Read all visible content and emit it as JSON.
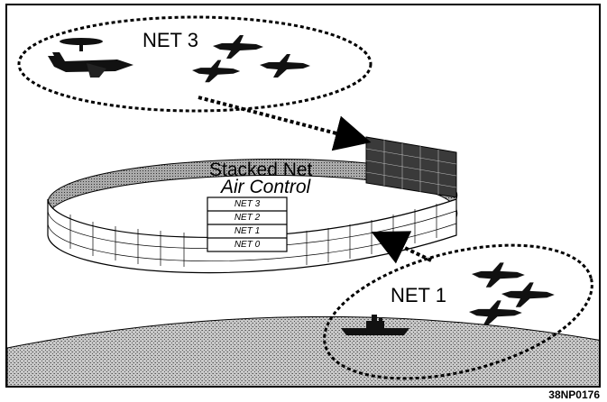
{
  "nets": {
    "net3_label": "NET 3",
    "net1_label": "NET 1"
  },
  "stack": {
    "title": "Stacked Net",
    "subtitle": "Air Control",
    "rows": [
      "NET 3",
      "NET 2",
      "NET 1",
      "NET 0"
    ]
  },
  "figure_id": "38NP0176",
  "icons": [
    "awacs-aircraft-icon",
    "fighter-jet-icon",
    "ship-icon"
  ],
  "colors": {
    "ink": "#000000",
    "background": "#ffffff",
    "ground_texture": "#9a9a9a"
  }
}
